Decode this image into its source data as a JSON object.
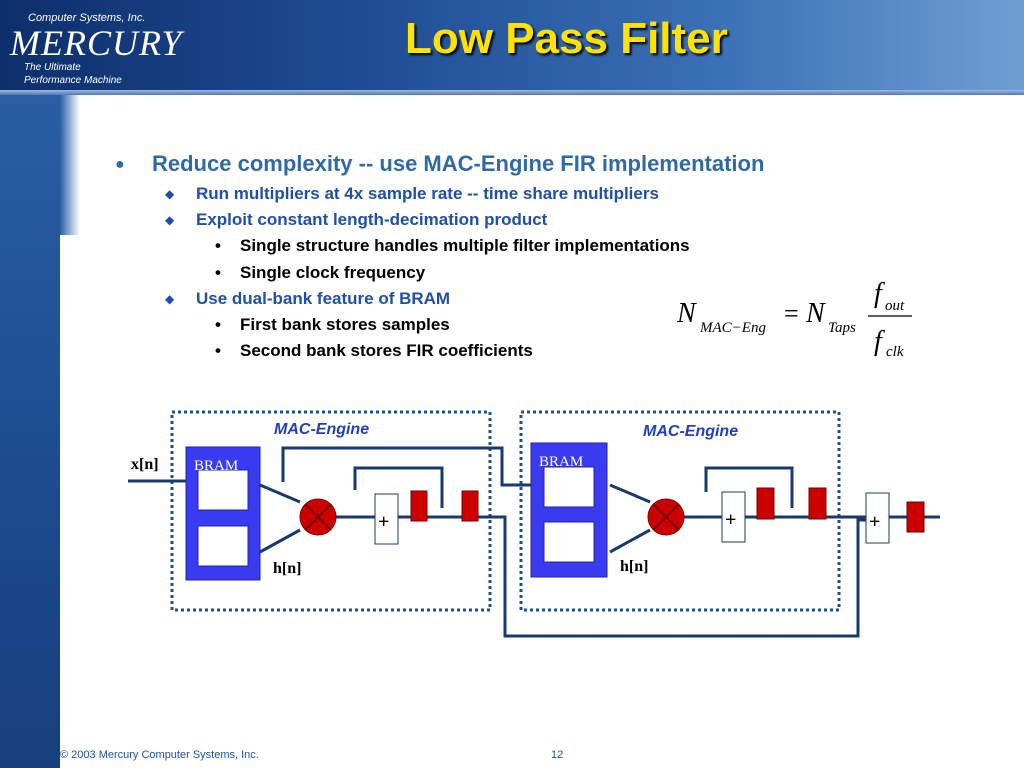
{
  "header": {
    "logo_company": "Computer Systems, Inc.",
    "logo_name": "MERCURY",
    "tagline_1": "The Ultimate",
    "tagline_2": "Performance Machine"
  },
  "title": "Low Pass Filter",
  "bullets": {
    "main": "Reduce complexity -- use MAC-Engine FIR implementation",
    "sub1": "Run multipliers at 4x sample rate -- time share multipliers",
    "sub2": "Exploit constant length-decimation product",
    "sub2_items": [
      "Single structure handles multiple filter implementations",
      "Single clock frequency"
    ],
    "sub3": "Use dual-bank feature of BRAM",
    "sub3_items": [
      "First bank stores samples",
      "Second bank stores FIR coefficients"
    ]
  },
  "equation": {
    "lhs_symbol": "N",
    "lhs_subscript": "MAC−Eng",
    "equals": "=",
    "rhs_symbol": "N",
    "rhs_subscript": "Taps",
    "numerator_symbol": "f",
    "numerator_subscript": "out",
    "denominator_symbol": "f",
    "denominator_subscript": "clk"
  },
  "diagram": {
    "engine_label": "MAC-Engine",
    "bram_label": "BRAM",
    "input_label": "x[n]",
    "coeff_label": "h[n]",
    "adder_symbol": "+"
  },
  "colors": {
    "bram_fill": "#3a3af0",
    "register_fill": "#cc0000",
    "multiplier_fill": "#cc0000",
    "dotted_border": "#1f4f8f",
    "engine_label_color": "#1f3fbf"
  },
  "footer": {
    "copyright": "© 2003 Mercury Computer Systems, Inc.",
    "page": "12"
  }
}
